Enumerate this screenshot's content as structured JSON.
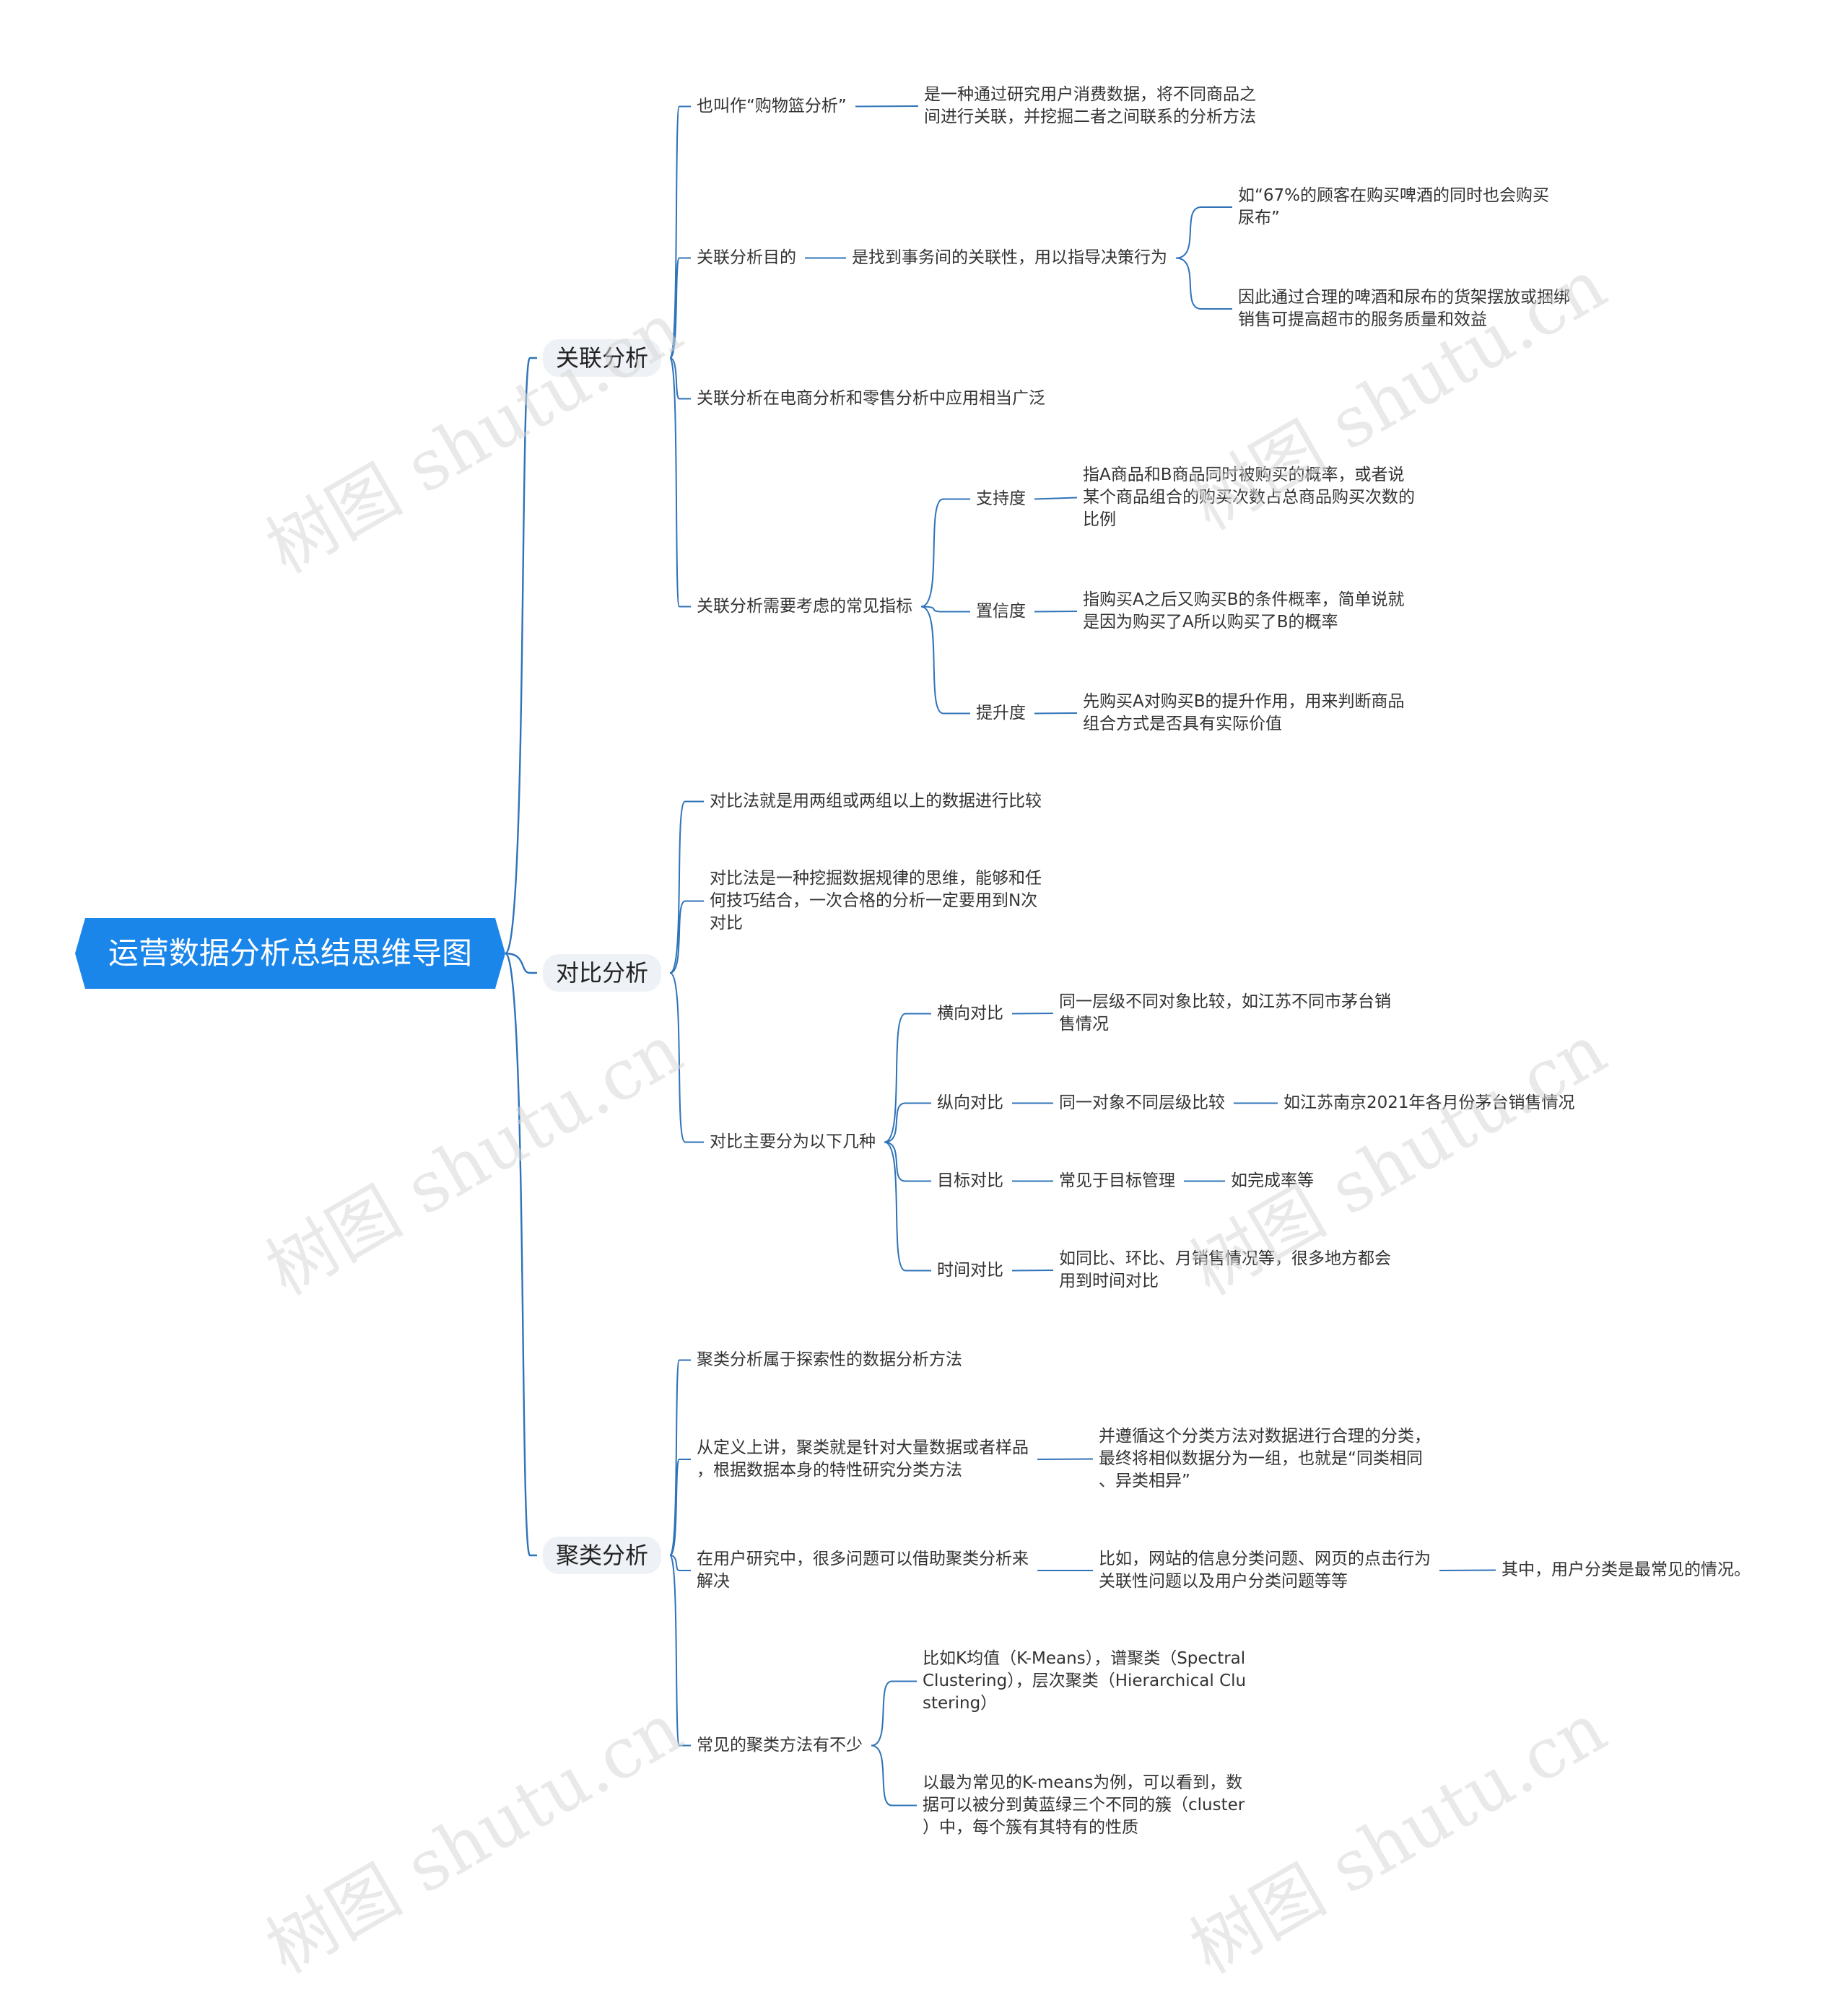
{
  "root": {
    "title": "运营数据分析总结思维导图"
  },
  "colors": {
    "root_fill": "#1a86ea",
    "line": "#2f73b8",
    "topic_fill": "#eef1f5"
  },
  "watermark": "树图 shutu.cn",
  "branches": [
    {
      "label": "关联分析",
      "children": [
        {
          "label": "也叫作“购物篮分析”",
          "children": [
            {
              "label": "是一种通过研究用户消费数据，将不同商品之\n间进行关联，并挖掘二者之间联系的分析方法"
            }
          ]
        },
        {
          "label": "关联分析目的",
          "children": [
            {
              "label": "是找到事务间的关联性，用以指导决策行为",
              "children": [
                {
                  "label": "如“67%的顾客在购买啤酒的同时也会购买\n尿布”"
                },
                {
                  "label": "因此通过合理的啤酒和尿布的货架摆放或捆绑\n销售可提高超市的服务质量和效益"
                }
              ]
            }
          ]
        },
        {
          "label": "关联分析在电商分析和零售分析中应用相当广泛"
        },
        {
          "label": "关联分析需要考虑的常见指标",
          "children": [
            {
              "label": "支持度",
              "children": [
                {
                  "label": "指A商品和B商品同时被购买的概率，或者说\n某个商品组合的购买次数占总商品购买次数的\n比例"
                }
              ]
            },
            {
              "label": "置信度",
              "children": [
                {
                  "label": "指购买A之后又购买B的条件概率，简单说就\n是因为购买了A所以购买了B的概率"
                }
              ]
            },
            {
              "label": "提升度",
              "children": [
                {
                  "label": "先购买A对购买B的提升作用，用来判断商品\n组合方式是否具有实际价值"
                }
              ]
            }
          ]
        }
      ]
    },
    {
      "label": "对比分析",
      "children": [
        {
          "label": "对比法就是用两组或两组以上的数据进行比较"
        },
        {
          "label": "对比法是一种挖掘数据规律的思维，能够和任\n何技巧结合，一次合格的分析一定要用到N次\n对比"
        },
        {
          "label": "对比主要分为以下几种",
          "children": [
            {
              "label": "横向对比",
              "children": [
                {
                  "label": "同一层级不同对象比较，如江苏不同市茅台销\n售情况"
                }
              ]
            },
            {
              "label": "纵向对比",
              "children": [
                {
                  "label": "同一对象不同层级比较",
                  "children": [
                    {
                      "label": "如江苏南京2021年各月份茅台销售情况"
                    }
                  ]
                }
              ]
            },
            {
              "label": "目标对比",
              "children": [
                {
                  "label": "常见于目标管理",
                  "children": [
                    {
                      "label": "如完成率等"
                    }
                  ]
                }
              ]
            },
            {
              "label": "时间对比",
              "children": [
                {
                  "label": "如同比、环比、月销售情况等，很多地方都会\n用到时间对比"
                }
              ]
            }
          ]
        }
      ]
    },
    {
      "label": "聚类分析",
      "children": [
        {
          "label": "聚类分析属于探索性的数据分析方法"
        },
        {
          "label": "从定义上讲，聚类就是针对大量数据或者样品\n，根据数据本身的特性研究分类方法",
          "children": [
            {
              "label": "并遵循这个分类方法对数据进行合理的分类，\n最终将相似数据分为一组，也就是“同类相同\n、异类相异”"
            }
          ]
        },
        {
          "label": "在用户研究中，很多问题可以借助聚类分析来\n解决",
          "children": [
            {
              "label": "比如，网站的信息分类问题、网页的点击行为\n关联性问题以及用户分类问题等等",
              "children": [
                {
                  "label": "其中，用户分类是最常见的情况。"
                }
              ]
            }
          ]
        },
        {
          "label": "常见的聚类方法有不少",
          "children": [
            {
              "label": "比如K均值（K-Means），谱聚类（Spectral\n Clustering），层次聚类（Hierarchical Clu\nstering）"
            },
            {
              "label": "以最为常见的K-means为例，可以看到，数\n据可以被分到黄蓝绿三个不同的簇（cluster\n）中，每个簇有其特有的性质"
            }
          ]
        }
      ]
    }
  ]
}
